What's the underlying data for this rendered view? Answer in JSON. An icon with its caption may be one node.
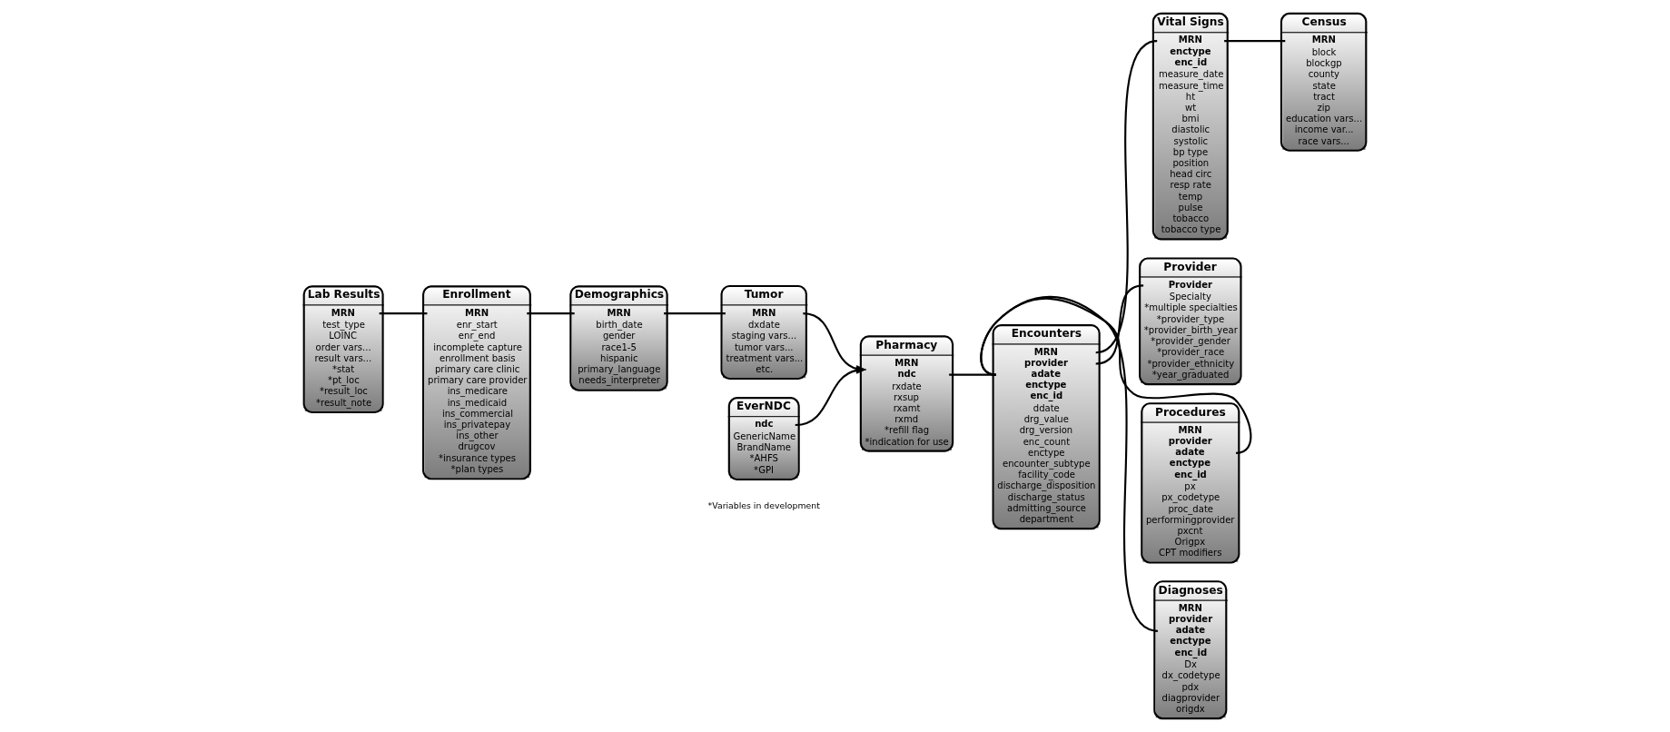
{
  "diagram": {
    "nodes": [
      {
        "text": [
          "Lab Results",
          "MRN",
          "test_type",
          "LOINC",
          "order vars...",
          "result vars...",
          "*stat",
          "*pt_loc",
          "*result_loc",
          "*result_note"
        ]
      },
      {
        "text": [
          "Enrollment",
          "MRN",
          "enr_start",
          "enr_end",
          "incomplete capture",
          "enrollment basis",
          "primary care clinic",
          "primary care provider",
          "ins_medicare",
          "ins_medicaid",
          "ins_commercial",
          "ins_privatepay",
          "ins_other",
          "drugcov",
          "*insurance types",
          "*plan types"
        ]
      },
      {
        "text": [
          "Demographics",
          "MRN",
          "birth_date",
          "gender",
          "race1-5",
          "hispanic",
          "primary_language",
          "needs_interpreter"
        ]
      },
      {
        "text": [
          "Tumor",
          "MRN",
          "dxdate",
          "staging vars...",
          "tumor vars...",
          "treatment vars...",
          "etc."
        ]
      },
      {
        "text": [
          "Pharmacy",
          "MRN",
          "ndc",
          "rxdate",
          "rxsup",
          "rxamt",
          "rxmd",
          "*refill flag",
          "*indication for use"
        ]
      },
      {
        "text": [
          "Encounters",
          "MRN",
          "provider",
          "adate",
          "enctype",
          "enc_id",
          "ddate",
          "drg_value",
          "drg_version",
          "enc_count",
          "enctype",
          "encounter_subtype",
          "facility_code",
          "discharge_disposition",
          "discharge_status",
          "admitting_source",
          "department"
        ]
      },
      {
        "text": [
          "Vital Signs",
          "MRN",
          "enctype",
          "enc_id",
          "measure_date",
          "measure_time",
          "ht",
          "wt",
          "bmi",
          "diastolic",
          "systolic",
          "bp type",
          "position",
          "head circ",
          "resp rate",
          "temp",
          "pulse",
          "tobacco",
          "tobacco type"
        ]
      },
      {
        "text": [
          "Census",
          "MRN",
          "block",
          "blockgp",
          "county",
          "state",
          "tract",
          "zip",
          "education vars...",
          "income var...",
          "race vars..."
        ]
      },
      {
        "text": [
          "EverNDC",
          "ndc",
          "GenericName",
          "BrandName",
          "*AHFS",
          "*GPI"
        ]
      },
      {
        "text": [
          "Procedures",
          "MRN",
          "provider",
          "adate",
          "enctype",
          "enc_id",
          "px",
          "px_codetype",
          "proc_date",
          "performingprovider",
          "pxcnt",
          "Origpx",
          "CPT modifiers"
        ]
      },
      {
        "text": [
          "Diagnoses",
          "MRN",
          "provider",
          "adate",
          "enctype",
          "enc_id",
          "Dx",
          "dx_codetype",
          "pdx",
          "diagprovider",
          "origdx"
        ]
      },
      {
        "text": [
          "Provider",
          "Provider",
          "Specialty",
          "*multiple specialties",
          "*provider_type",
          "*provider_birth_year",
          "*provider_gender",
          "*provider_race",
          "*provider_ethnicity",
          "*year_graduated"
        ]
      }
    ],
    "edges": [
      {
        "from": 0,
        "to": 1,
        "arrow": "none"
      },
      {
        "from": 1,
        "to": 2,
        "arrow": "none"
      },
      {
        "from": 2,
        "to": 3,
        "arrow": "none"
      },
      {
        "from": 3,
        "to": 4,
        "arrow": "to"
      },
      {
        "from": 8,
        "to": 4,
        "arrow": "to"
      },
      {
        "from": 4,
        "to": 5,
        "arrow": "none"
      },
      {
        "from": 5,
        "to": 6,
        "arrow": "none"
      },
      {
        "from": 6,
        "to": 7,
        "arrow": "none"
      },
      {
        "from": 5,
        "to": 11,
        "arrow": "none"
      },
      {
        "from": 5,
        "to": 9,
        "arrow": "none"
      },
      {
        "from": 5,
        "to": 10,
        "arrow": "none"
      }
    ],
    "labels": [
      "*Variables in development"
    ]
  }
}
